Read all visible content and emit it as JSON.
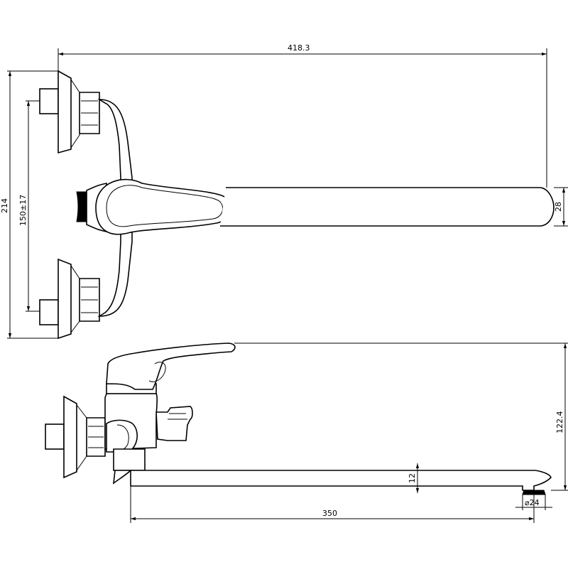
{
  "dimensions": {
    "overall_length": "418.3",
    "overall_height": "214",
    "center_distance": "150±17",
    "spout_thickness": "28",
    "spout_height": "122.4",
    "spout_tube": "12",
    "spout_reach": "350",
    "aerator_diameter": "⌀24"
  }
}
